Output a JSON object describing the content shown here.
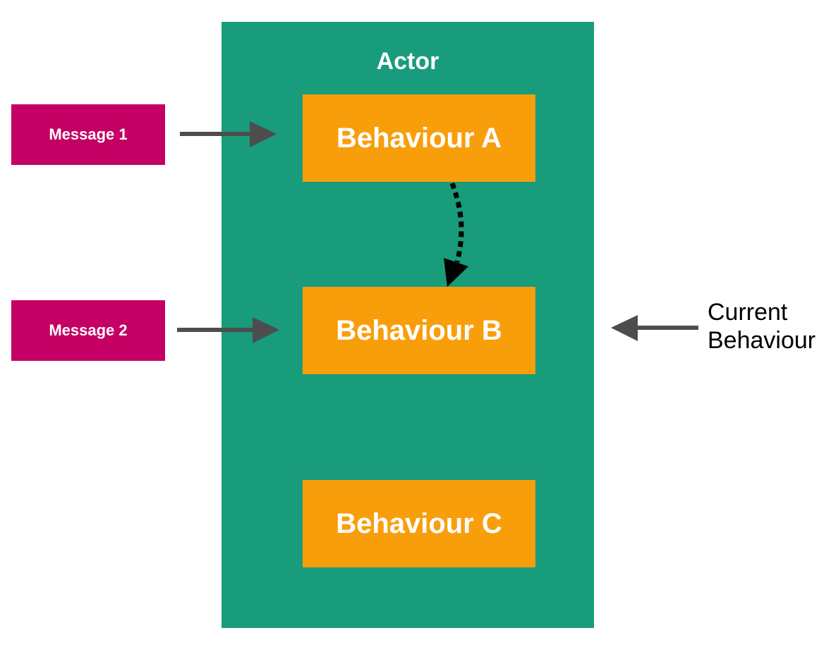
{
  "colors": {
    "actor_bg": "#189c7b",
    "behaviour_bg": "#f99e0b",
    "message_bg": "#c40064",
    "arrow": "#4d4d4d",
    "transition_arrow": "#000000",
    "label_text": "#000000"
  },
  "actor": {
    "title": "Actor",
    "behaviours": [
      {
        "label": "Behaviour A"
      },
      {
        "label": "Behaviour B"
      },
      {
        "label": "Behaviour C"
      }
    ]
  },
  "messages": [
    {
      "label": "Message 1"
    },
    {
      "label": "Message 2"
    }
  ],
  "current_behaviour": {
    "line1": "Current",
    "line2": "Behaviour"
  }
}
